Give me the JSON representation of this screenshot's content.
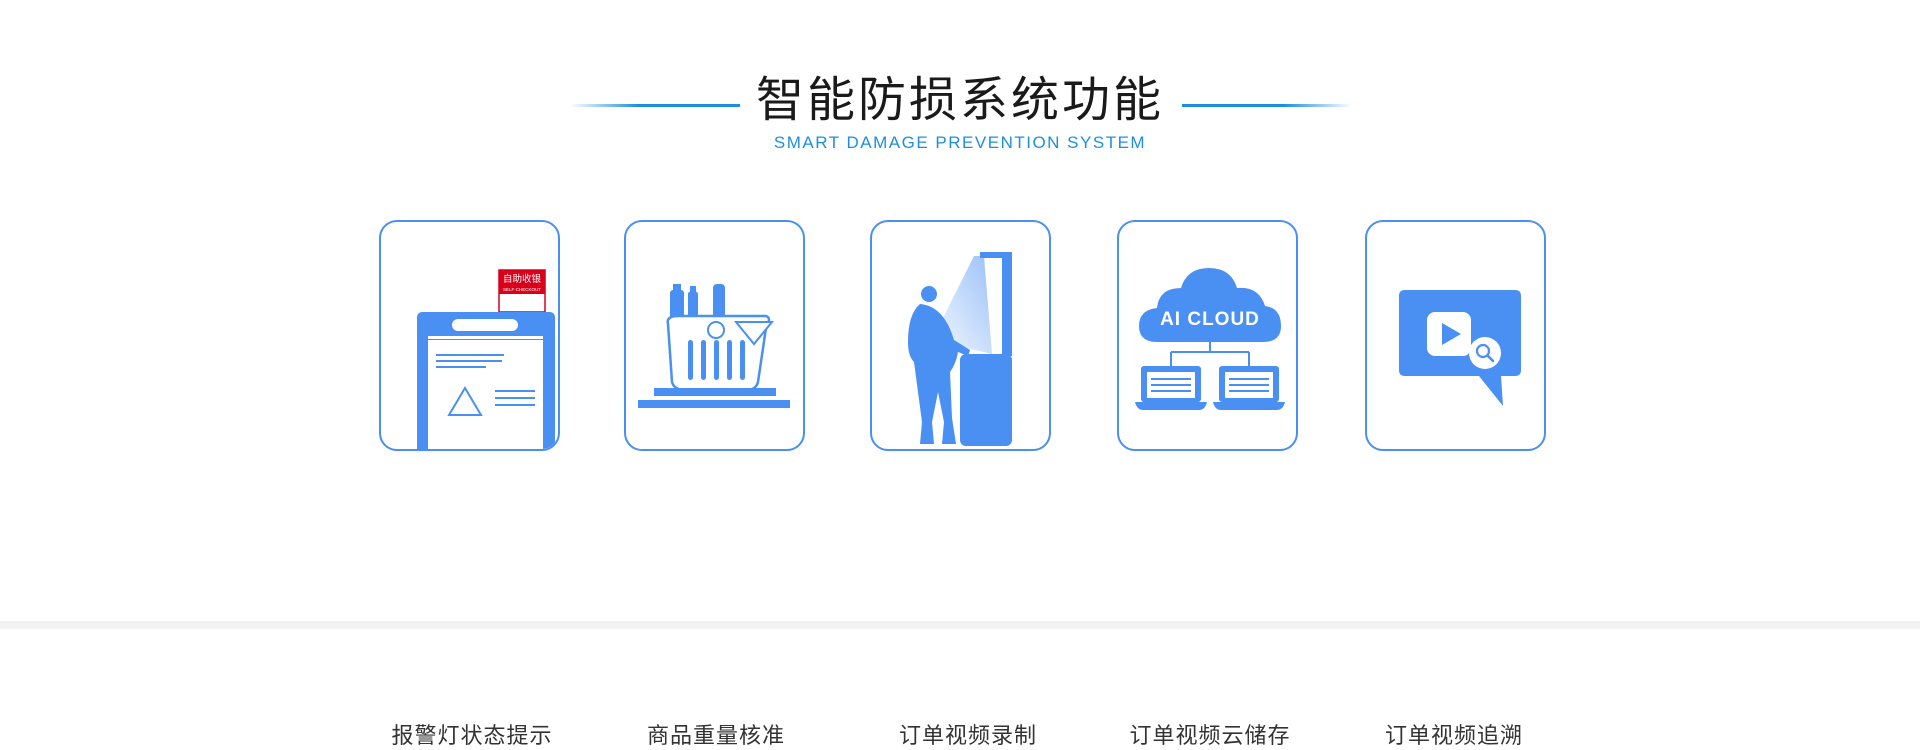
{
  "header": {
    "title": "智能防损系统功能",
    "subtitle": "SMART DAMAGE PREVENTION SYSTEM"
  },
  "features": [
    {
      "label": "报警灯状态提示",
      "icon": "alarm-light-kiosk-icon",
      "badge_text": "自助收银",
      "badge_sub": "SELF-CHECKOUT"
    },
    {
      "label": "商品重量核准",
      "icon": "shopping-basket-scale-icon"
    },
    {
      "label": "订单视频录制",
      "icon": "person-kiosk-camera-icon"
    },
    {
      "label": "订单视频云储存",
      "icon": "ai-cloud-storage-icon",
      "cloud_text": "AI CLOUD"
    },
    {
      "label": "订单视频追溯",
      "icon": "video-search-chat-icon"
    }
  ],
  "colors": {
    "accent": "#4a8ff2",
    "title_line": "#1e8fe0",
    "badge_red": "#d9001b"
  }
}
